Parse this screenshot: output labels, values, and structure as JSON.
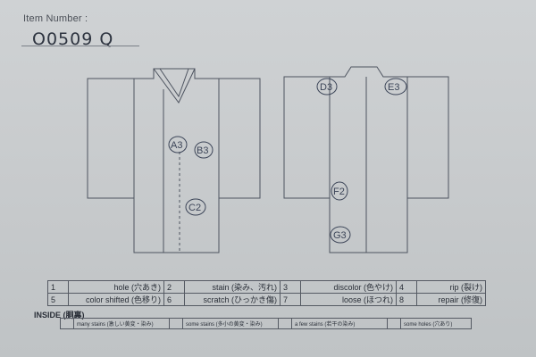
{
  "header": {
    "item_label": "Item Number :",
    "item_value": "O0509  Q"
  },
  "diagram": {
    "markers_front": [
      "A3",
      "B3",
      "C2"
    ],
    "markers_back": [
      "D3",
      "E3",
      "F2",
      "G3"
    ]
  },
  "legend": [
    {
      "num": "1",
      "text": "hole (穴あき)"
    },
    {
      "num": "2",
      "text": "stain (染み、汚れ)"
    },
    {
      "num": "3",
      "text": "discolor (色やけ)"
    },
    {
      "num": "4",
      "text": "rip (裂け)"
    },
    {
      "num": "5",
      "text": "color shifted (色移り)"
    },
    {
      "num": "6",
      "text": "scratch (ひっかき傷)"
    },
    {
      "num": "7",
      "text": "loose (ほつれ)"
    },
    {
      "num": "8",
      "text": "repair (修復)"
    }
  ],
  "inside": {
    "title": "INSIDE (胴裏)",
    "options": [
      "many stains (激しい黄変・染み)",
      "some stains (多小の黄変・染み)",
      "a few stains (若干の染み)",
      "some holes (穴あり)"
    ]
  }
}
